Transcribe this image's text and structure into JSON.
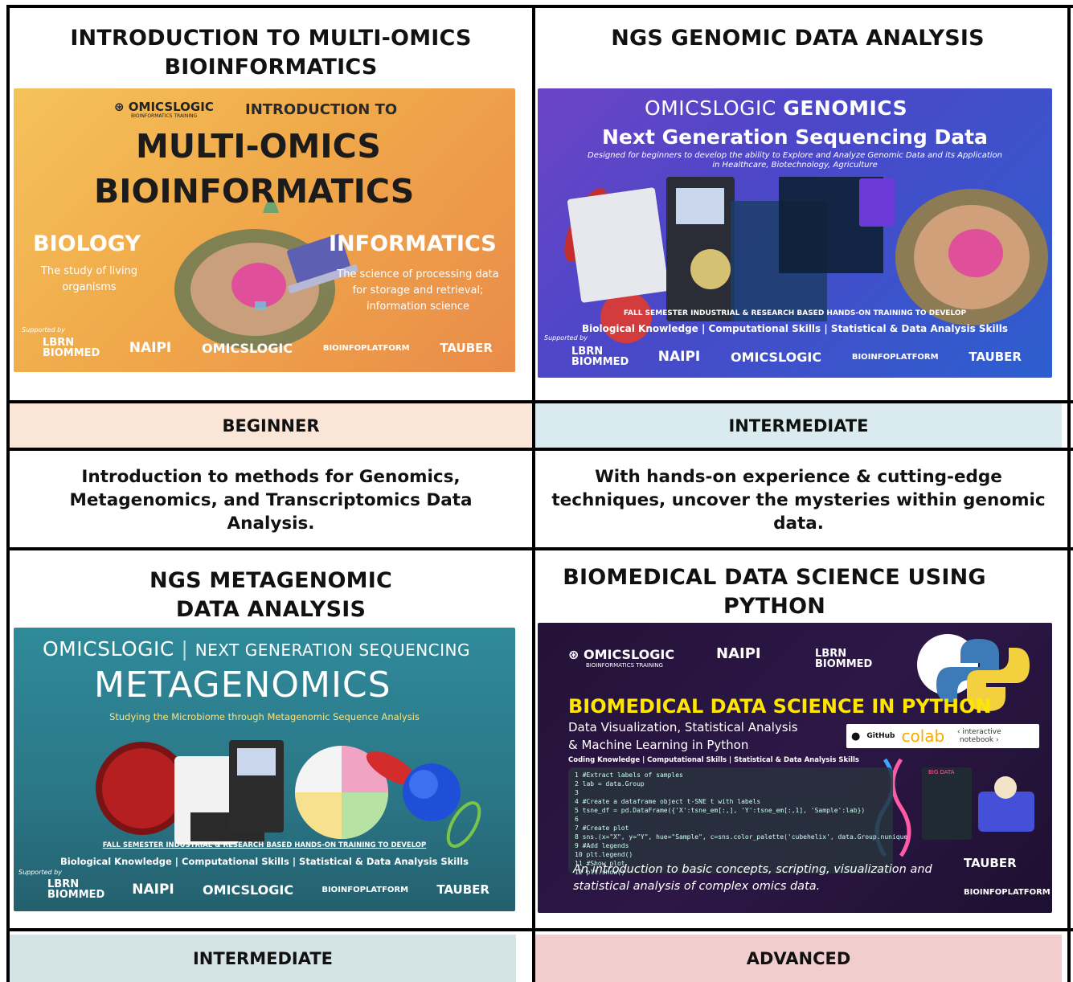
{
  "cards": [
    {
      "title": "INTRODUCTION TO MULTI-OMICS BIOINFORMATICS",
      "banner": {
        "brand": "OMICSLOGIC",
        "brand_sub": "BIOINFORMATICS TRAINING",
        "kicker": "INTRODUCTION TO",
        "headline_1": "MULTI-OMICS",
        "headline_2": "BIOINFORMATICS",
        "left_word": "BIOLOGY",
        "left_caption": "The study of living organisms",
        "right_word": "INFORMATICS",
        "right_caption": "The science of processing data for storage and retrieval; information science",
        "supported_by": "Supported by",
        "logos": [
          "LBRN BIOMMED",
          "NAIPI",
          "OMICSLOGIC",
          "BIOINFOPLATFORM",
          "TAUBER"
        ]
      },
      "level": "BEGINNER",
      "description": "Introduction to methods for Genomics, Metagenomics, and Transcriptomics Data Analysis."
    },
    {
      "title": "NGS GENOMIC DATA ANALYSIS",
      "banner": {
        "brand": "OMICSLOGIC",
        "kicker": "GENOMICS",
        "headline_1": "Next Generation Sequencing Data",
        "tagline": "Designed for beginners to develop the ability to Explore and Analyze Genomic Data and its Application in Healthcare, Biotechnology, Agriculture",
        "program": "FALL SEMESTER INDUSTRIAL & RESEARCH BASED HANDS-ON TRAINING TO DEVELOP",
        "skills": "Biological Knowledge | Computational Skills | Statistical & Data Analysis Skills",
        "supported_by": "Supported by",
        "logos": [
          "LBRN BIOMMED",
          "NAIPI",
          "OMICSLOGIC",
          "BIOINFOPLATFORM",
          "TAUBER"
        ]
      },
      "level": "INTERMEDIATE",
      "description": "With hands-on experience & cutting-edge techniques, uncover the mysteries within genomic data."
    },
    {
      "title": "NGS METAGENOMIC DATA ANALYSIS",
      "banner": {
        "brand": "OMICSLOGIC",
        "kicker": "NEXT GENERATION SEQUENCING",
        "headline_1": "METAGENOMICS",
        "tagline": "Studying the Microbiome through Metagenomic Sequence Analysis",
        "program": "FALL SEMESTER INDUSTRIAL & RESEARCH BASED HANDS-ON TRAINING TO DEVELOP",
        "skills": "Biological Knowledge | Computational Skills | Statistical & Data Analysis Skills",
        "supported_by": "Supported by",
        "logos": [
          "LBRN BIOMMED",
          "NAIPI",
          "OMICSLOGIC",
          "BIOINFOPLATFORM",
          "TAUBER"
        ]
      },
      "level": "INTERMEDIATE"
    },
    {
      "title": "BIOMEDICAL DATA SCIENCE USING PYTHON",
      "banner": {
        "brand": "OMICSLOGIC",
        "brand_sub": "BIOINFORMATICS TRAINING",
        "headline_1": "BIOMEDICAL DATA SCIENCE IN PYTHON",
        "subtitle_1": "Data Visualization, Statistical Analysis",
        "subtitle_2": "& Machine Learning in Python",
        "skills": "Coding Knowledge | Computational Skills | Statistical & Data Analysis Skills",
        "github": "GitHub",
        "colab": "colab",
        "notebook": "interactive notebook",
        "code": "1 #Extract labels of samples\n2 lab = data.Group\n3\n4 #Create a dataframe object t-SNE t with labels\n5 tsne_df = pd.DataFrame({'X':tsne_em[:,], 'Y':tsne_em[:,1], 'Sample':lab})\n6\n7 #Create plot\n8 sns.(x=\"X\", y=\"Y\", hue=\"Sample\", c=sns.color_palette('cubehelix', data.Group.nunique\n9 #Add legends\n10 plt.legend()\n11 #Show plot\n12 plt.show()",
        "caption": "An introduction to basic concepts, scripting, visualization and statistical analysis of complex omics data.",
        "big_data": "BIG DATA",
        "logos": [
          "NAIPI",
          "LBRN BIOMMED",
          "TAUBER",
          "BIOINFOPLATFORM"
        ]
      },
      "level": "ADVANCED"
    }
  ],
  "colors": {
    "beginner": "#fbe5d6",
    "intermediate_top": "#d9ebef",
    "intermediate_bottom": "#d3e3e6",
    "advanced": "#f2cdcd"
  }
}
